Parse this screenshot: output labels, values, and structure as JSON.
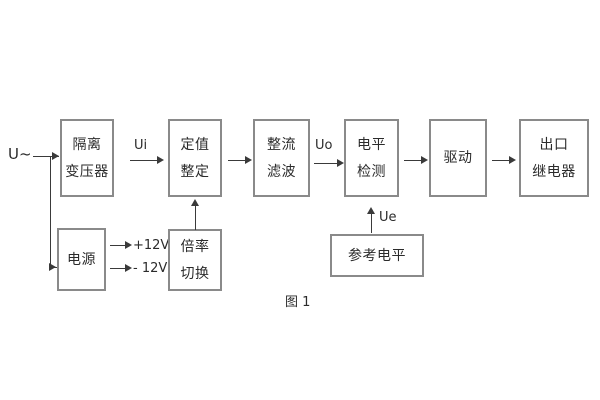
{
  "figure": {
    "caption": "图 1",
    "input_label": "U~",
    "colors": {
      "box_border": "#8a8a8a",
      "connector": "#3a3a3a",
      "text": "#2b2b2b",
      "background": "#ffffff"
    }
  },
  "blocks": [
    {
      "id": "isolation-transformer",
      "lines": [
        "隔离",
        "变压器"
      ]
    },
    {
      "id": "setpoint-adjust",
      "lines": [
        "定值",
        "整定"
      ]
    },
    {
      "id": "rectify-filter",
      "lines": [
        "整流",
        "滤波"
      ]
    },
    {
      "id": "level-detect",
      "lines": [
        "电平",
        "检测"
      ]
    },
    {
      "id": "driver",
      "lines": [
        "驱动"
      ]
    },
    {
      "id": "output-relay",
      "lines": [
        "出口",
        "继电器"
      ]
    },
    {
      "id": "power-supply",
      "lines": [
        "电源"
      ]
    },
    {
      "id": "multiplier-switch",
      "lines": [
        "倍率",
        "切换"
      ]
    },
    {
      "id": "reference-level",
      "lines": [
        "参考电平"
      ]
    }
  ],
  "signals": {
    "ui": "Ui",
    "uo": "Uo",
    "ue": "Ue",
    "rail_positive": "+12V",
    "rail_negative": "- 12V"
  }
}
